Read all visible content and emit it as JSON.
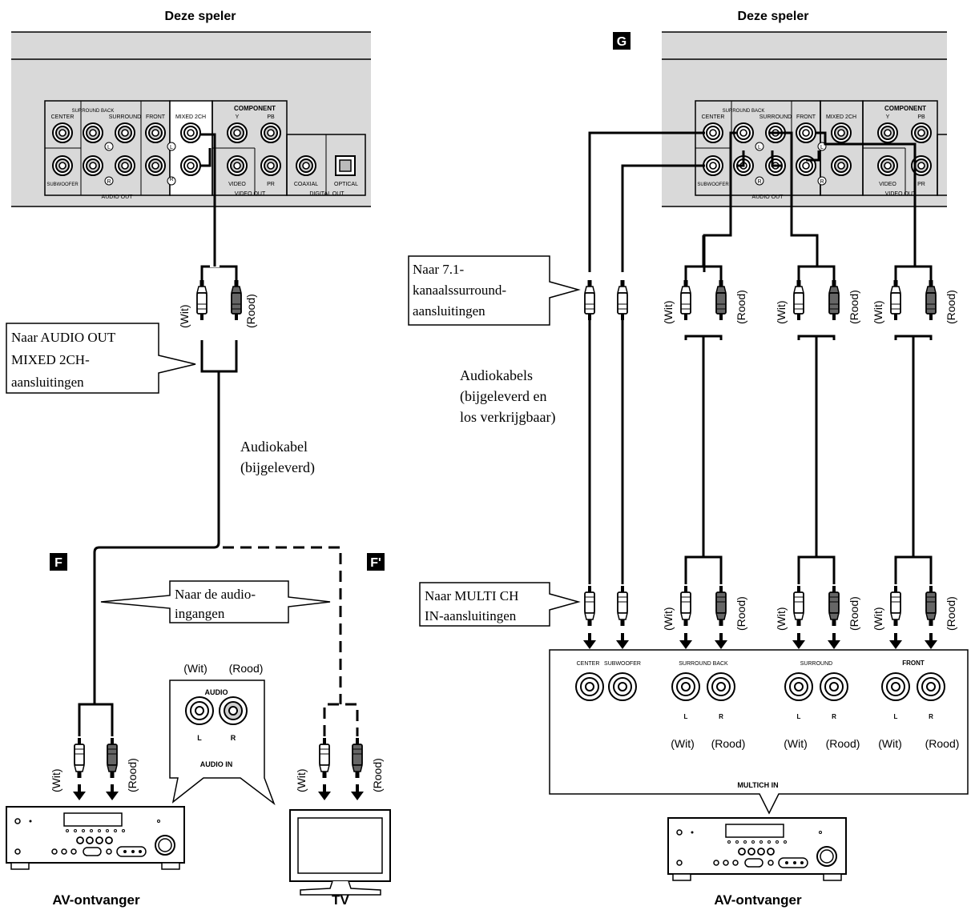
{
  "left": {
    "title": "Deze speler",
    "panel": {
      "center": "CENTER",
      "surround_back": "SURROUND BACK",
      "surround": "SURROUND",
      "front": "FRONT",
      "mixed": "MIXED 2CH",
      "subwoofer": "SUBWOOFER",
      "audio_out": "AUDIO OUT",
      "component": "COMPONENT",
      "y": "Y",
      "pb": "PB",
      "video": "VIDEO",
      "pr": "PR",
      "video_out": "VIDEO OUT",
      "coaxial": "COAXIAL",
      "optical": "OPTICAL",
      "digital_out": "DIGITAL OUT",
      "l_mark": "L",
      "r_mark": "R"
    },
    "callout_mixed": [
      "Naar AUDIO OUT",
      "MIXED 2CH-",
      "aansluitingen"
    ],
    "wit": "(Wit)",
    "rood": "(Rood)",
    "cable": [
      "Audiokabel",
      "(bijgeleverd)"
    ],
    "badge_f": "F",
    "badge_f2": "F'",
    "callout_inputs": [
      "Naar de audio-",
      "ingangen"
    ],
    "inset": {
      "wit": "(Wit)",
      "rood": "(Rood)",
      "audio": "AUDIO",
      "l": "L",
      "r": "R",
      "audio_in": "AUDIO IN"
    },
    "receiver_label": "AV-ontvanger",
    "tv_label": "TV"
  },
  "right": {
    "title": "Deze speler",
    "badge_g": "G",
    "callout_71": [
      "Naar 7.1-",
      "kanaalssurround-",
      "aansluitingen"
    ],
    "cables": [
      "Audiokabels",
      "(bijgeleverd en",
      "los verkrijgbaar)"
    ],
    "callout_multi": [
      "Naar MULTI CH",
      "IN-aansluitingen"
    ],
    "wit": "(Wit)",
    "rood": "(Rood)",
    "multich": {
      "center": "CENTER",
      "subwoofer": "SUBWOOFER",
      "surround_back": "SURROUND BACK",
      "surround": "SURROUND",
      "front": "FRONT",
      "l": "L",
      "r": "R",
      "wit": "(Wit)",
      "rood": "(Rood)",
      "title": "MULTICH IN"
    },
    "receiver_label": "AV-ontvanger"
  }
}
